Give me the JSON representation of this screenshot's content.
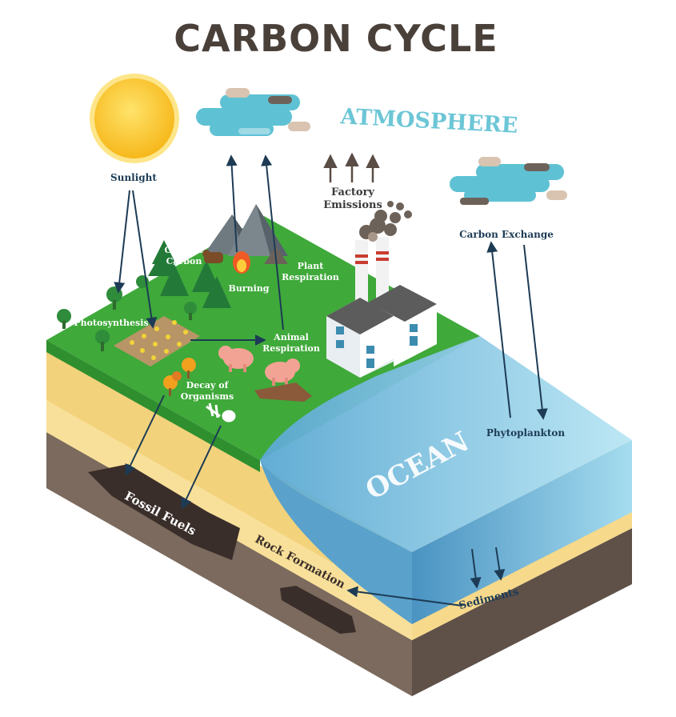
{
  "title": "CARBON CYCLE",
  "labels": {
    "atmosphere": "ATMOSPHERE",
    "sunlight": "Sunlight",
    "factory_emissions_1": "Factory",
    "factory_emissions_2": "Emissions",
    "carbon_exchange": "Carbon Exchange",
    "organic_carbon_1": "Organic",
    "organic_carbon_2": "Carbon",
    "burning": "Burning",
    "plant_respiration_1": "Plant",
    "plant_respiration_2": "Respiration",
    "photosynthesis": "Photosynthesis",
    "animal_respiration_1": "Animal",
    "animal_respiration_2": "Respiration",
    "decay_1": "Decay of",
    "decay_2": "Organisms",
    "phytoplankton": "Phytoplankton",
    "ocean": "OCEAN",
    "fossil_fuels": "Fossil Fuels",
    "rock_formation": "Rock Formation",
    "sediments": "Sediments"
  },
  "colors": {
    "title": "#4a403a",
    "atmosphere": "#6cc6d6",
    "label": "#1d3b55",
    "grass": "#4fb33a",
    "grass_dark": "#2f8f2f",
    "soil_light": "#f7dc8c",
    "soil_mid": "#f0c060",
    "rock": "#7a6a5e",
    "rock_dark": "#5c4f46",
    "ocean": "#7ec5e0",
    "ocean_dark": "#3b86b5",
    "arrow": "#1d3b55"
  }
}
